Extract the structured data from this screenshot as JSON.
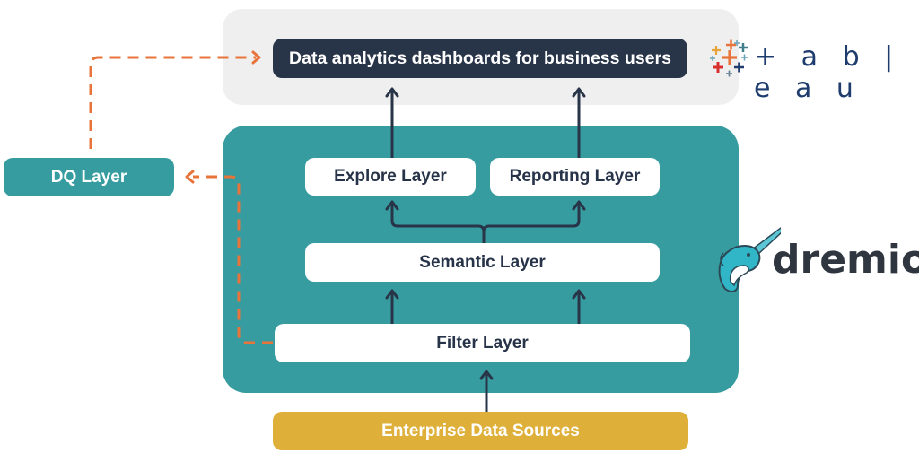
{
  "title": "Dremio and Tableau data architecture",
  "nodes": {
    "dashboards": {
      "label": "Data analytics dashboards for business users"
    },
    "dq_layer": {
      "label": "DQ Layer"
    },
    "explore_layer": {
      "label": "Explore Layer"
    },
    "reporting_layer": {
      "label": "Reporting Layer"
    },
    "semantic_layer": {
      "label": "Semantic Layer"
    },
    "filter_layer": {
      "label": "Filter Layer"
    },
    "enterprise_sources": {
      "label": "Enterprise Data Sources"
    }
  },
  "logos": {
    "tableau": {
      "text": "+ a b | e a u",
      "icon": "tableau-cross-icon"
    },
    "dremio": {
      "text": "dremio",
      "icon": "narwhal-icon"
    }
  },
  "edges": [
    {
      "from": "enterprise_sources",
      "to": "filter_layer",
      "style": "solid"
    },
    {
      "from": "filter_layer",
      "to": "semantic_layer",
      "style": "solid",
      "count": 2
    },
    {
      "from": "semantic_layer",
      "to": "explore_layer",
      "style": "solid"
    },
    {
      "from": "semantic_layer",
      "to": "reporting_layer",
      "style": "solid"
    },
    {
      "from": "explore_layer",
      "to": "dashboards",
      "style": "solid"
    },
    {
      "from": "reporting_layer",
      "to": "dashboards",
      "style": "solid"
    },
    {
      "from": "filter_layer",
      "to": "dq_layer",
      "style": "dashed"
    },
    {
      "from": "dq_layer",
      "to": "dashboards",
      "style": "dashed"
    }
  ],
  "colors": {
    "teal": "#379c9f",
    "dark_navy": "#283448",
    "gold": "#deb03a",
    "orange_dashed": "#e8743b",
    "light_gray_panel": "#efeff0"
  }
}
